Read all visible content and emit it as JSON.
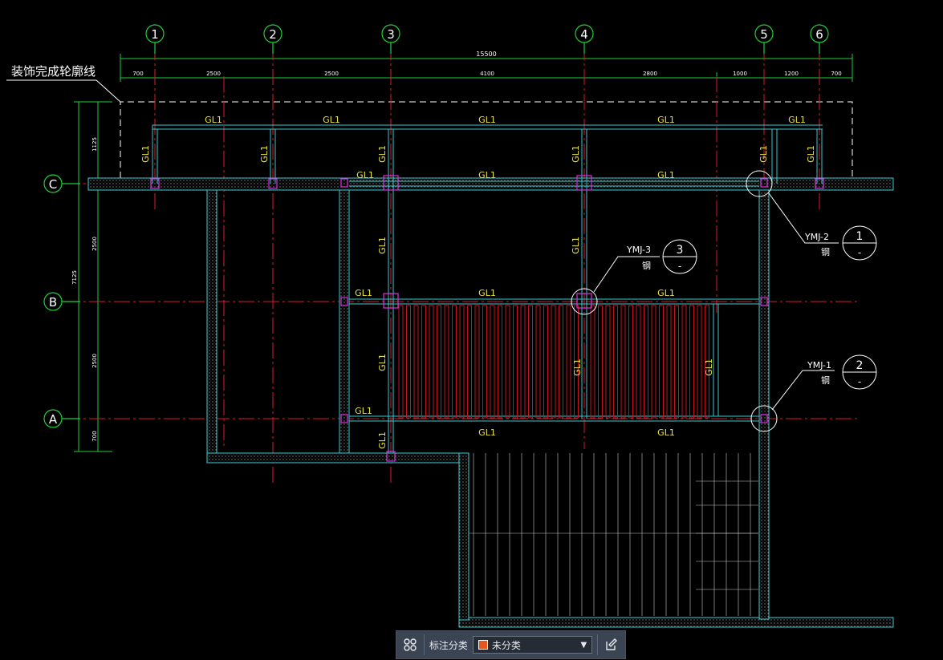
{
  "drawing": {
    "outline_label": "装饰完成轮廓线",
    "axes_numbers": [
      "1",
      "2",
      "3",
      "4",
      "5",
      "6"
    ],
    "axes_letters": [
      "C",
      "B",
      "A"
    ],
    "total_dimension": "15500",
    "top_dimensions": [
      "700",
      "2500",
      "2500",
      "4100",
      "2800",
      "1000",
      "1200",
      "700"
    ],
    "left_dimensions": [
      "1125",
      "2500",
      "2500",
      "700"
    ],
    "left_total": "7125",
    "beam_label": "GL1",
    "callouts": [
      {
        "code": "YMJ-2",
        "sub": "钢",
        "num": "1",
        "den": "-"
      },
      {
        "code": "YMJ-3",
        "sub": "钢",
        "num": "3",
        "den": "-"
      },
      {
        "code": "YMJ-1",
        "sub": "钢",
        "num": "2",
        "den": "-"
      }
    ]
  },
  "toolbar": {
    "grid_icon": "grid-icon",
    "label": "标注分类",
    "select_value": "未分类",
    "swatch_color": "#e8541e",
    "edit_icon": "edit-icon"
  },
  "colors": {
    "background": "#000000",
    "grid_axis": "#e0192c",
    "wall": "#39c9d0",
    "dimension": "#1fd03a",
    "text_white": "#ffffff",
    "beam_text": "#e8e23a",
    "magenta": "#e030e0"
  }
}
